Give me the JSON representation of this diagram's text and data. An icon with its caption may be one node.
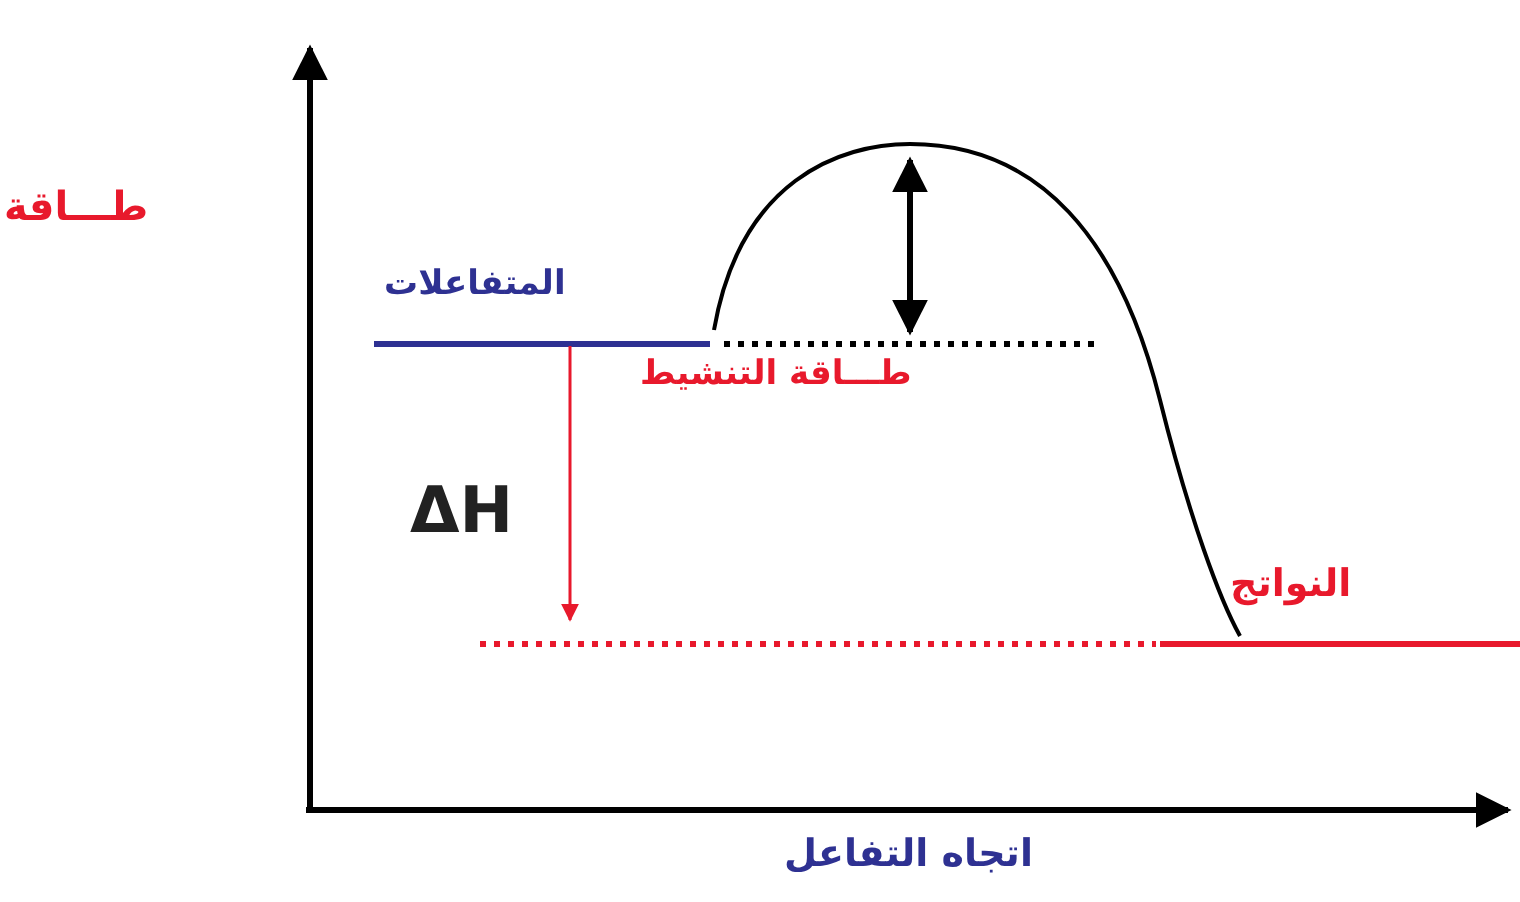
{
  "diagram": {
    "labels": [
      "طـــاقة",
      "المتفاعلات",
      "طـــاقة التنشيط",
      "ΔH",
      "النواتج",
      "اتجاه التفاعل"
    ]
  }
}
